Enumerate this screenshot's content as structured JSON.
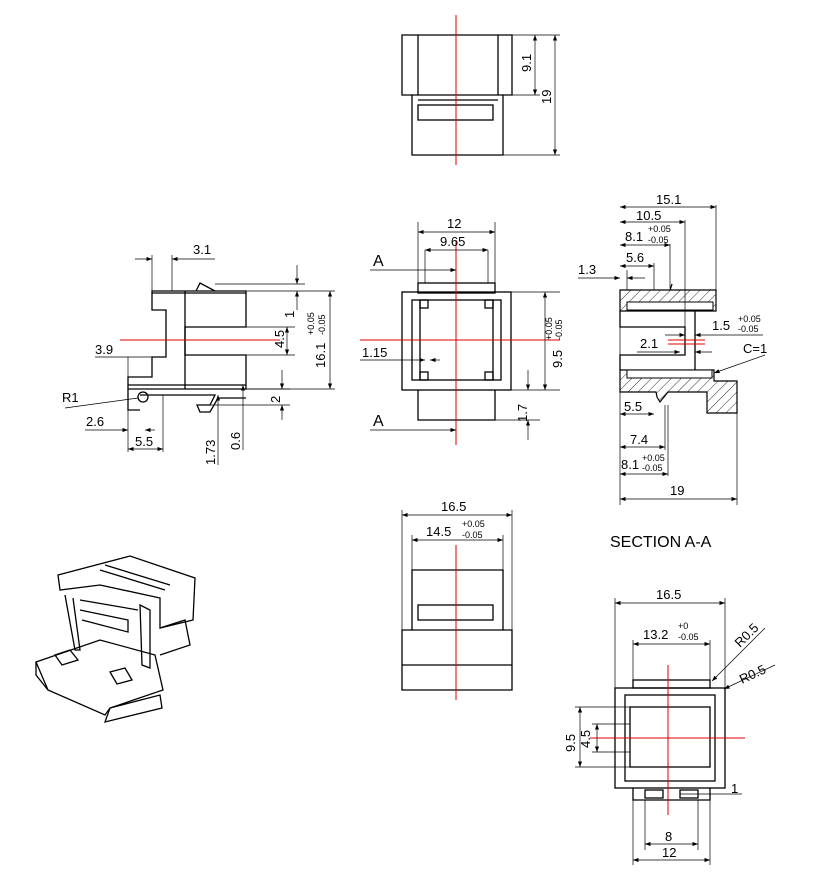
{
  "colors": {
    "outline": "#000000",
    "centerline": "#e00000"
  },
  "top_view": {
    "dim_9_1": "9.1",
    "dim_19": "19"
  },
  "front_view": {
    "dim_12": "12",
    "dim_9_65": "9.65",
    "section_a_top": "A",
    "section_a_bottom": "A",
    "dim_1_15": "1.15",
    "dim_9_5": "9.5",
    "tol_plus": "+0.05",
    "tol_minus": "-0.05",
    "dim_1_7": "1.7"
  },
  "side_view": {
    "dim_3_1": "3.1",
    "dim_3_9": "3.9",
    "radius_r1": "R1",
    "dim_2_6": "2.6",
    "dim_5_5": "5.5",
    "dim_1_73": "1.73",
    "dim_0_6": "0.6",
    "dim_2": "2",
    "dim_1": "1",
    "dim_4_5": "4.5",
    "dim_16_1": "16.1",
    "tol_plus": "+0.05",
    "tol_minus": "-0.05"
  },
  "section_view": {
    "title": "SECTION A-A",
    "dim_15_1": "15.1",
    "dim_10_5": "10.5",
    "dim_8_1_top": "8.1",
    "tol_top_plus": "+0.05",
    "tol_top_minus": "-0.05",
    "dim_5_6": "5.6",
    "dim_1_3": "1.3",
    "dim_1_5": "1.5",
    "tol_1_5_plus": "+0.05",
    "tol_1_5_minus": "-0.05",
    "dim_2_1": "2.1",
    "chamfer": "C=1",
    "dim_5_5": "5.5",
    "dim_7_4": "7.4",
    "dim_8_1_bottom": "8.1",
    "tol_bottom_plus": "+0.05",
    "tol_bottom_minus": "-0.05",
    "dim_19": "19"
  },
  "bottom_view": {
    "dim_16_5": "16.5",
    "dim_14_5": "14.5",
    "tol_plus": "+0.05",
    "tol_minus": "-0.05"
  },
  "end_view": {
    "dim_16_5": "16.5",
    "dim_13_2": "13.2",
    "tol_plus": "+0",
    "tol_minus": "-0.05",
    "radius_1": "R0.5",
    "radius_2": "R0.5",
    "dim_9_5": "9.5",
    "dim_4_5": "4.5",
    "dim_1": "1",
    "dim_8": "8",
    "dim_12": "12"
  }
}
